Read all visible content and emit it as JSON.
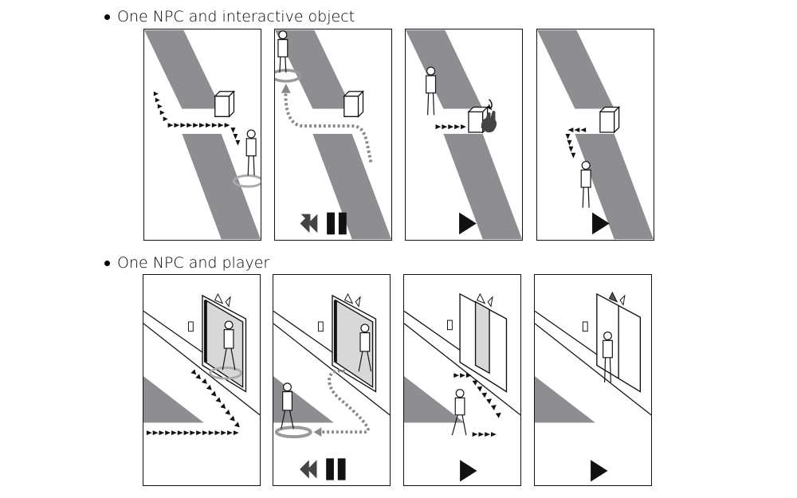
{
  "sections": [
    {
      "heading": "One NPC and interactive object",
      "panels": [
        {
          "playback": "none"
        },
        {
          "playback": "rewind-pause"
        },
        {
          "playback": "play"
        },
        {
          "playback": "play"
        }
      ]
    },
    {
      "heading": "One NPC and player",
      "panels": [
        {
          "playback": "none"
        },
        {
          "playback": "rewind-pause"
        },
        {
          "playback": "play"
        },
        {
          "playback": "play"
        }
      ]
    }
  ],
  "colors": {
    "road": "#8e8e92",
    "floor": "#a4a4a8",
    "path_dots": "#888888",
    "ink": "#111111"
  },
  "icons": {
    "playback_rewind": "rewind-icon",
    "playback_pause": "pause-icon",
    "playback_play": "play-icon",
    "npc": "person-icon",
    "box": "box-icon",
    "hand": "hand-icon",
    "elevator_arrows": "elevator-arrows-icon"
  }
}
